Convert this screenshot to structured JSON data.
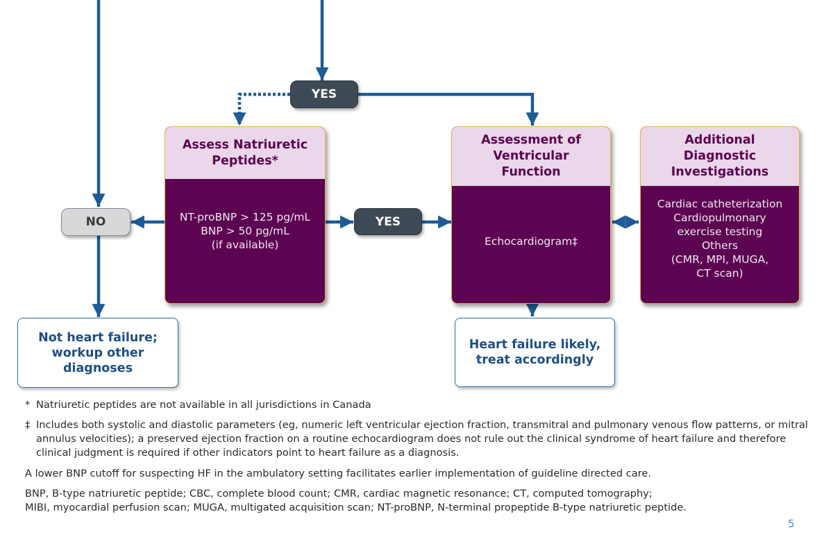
{
  "decisions": {
    "yes_top": "YES",
    "yes_middle": "YES",
    "no": "NO"
  },
  "natriuretic": {
    "title": "Assess Natriuretic Peptides*",
    "lines": [
      "NT-proBNP > 125 pg/mL",
      "BNP > 50 pg/mL",
      "(if available)"
    ]
  },
  "ventricular": {
    "title_lines": [
      "Assessment of",
      "Ventricular",
      "Function"
    ],
    "body": "Echocardiogram‡"
  },
  "additional": {
    "title_lines": [
      "Additional",
      "Diagnostic",
      "Investigations"
    ],
    "lines": [
      "Cardiac catheterization",
      "Cardiopulmonary",
      "exercise testing",
      "Others",
      "(CMR, MPI, MUGA,",
      "CT scan)"
    ]
  },
  "outcomes": {
    "not_hf": [
      "Not heart failure;",
      "workup other",
      "diagnoses"
    ],
    "hf_likely": [
      "Heart failure likely,",
      "treat accordingly"
    ]
  },
  "footnotes": {
    "asterisk_symbol": "*",
    "asterisk_text": "Natriuretic peptides are not available in all jurisdictions in Canada",
    "ddagger_symbol": "‡",
    "ddagger_text": "Includes both systolic and diastolic parameters (eg, numeric left ventricular ejection fraction, transmitral and pulmonary venous flow patterns, or mitral annulus velocities); a preserved ejection fraction on a routine echocardiogram does not rule out the clinical syndrome of heart failure and therefore clinical judgment is required if other indicators point to heart failure as a diagnosis.",
    "bnp_note": "A lower BNP cutoff for suspecting HF in the ambulatory setting facilitates earlier implementation of guideline directed care.",
    "abbreviations_1": "BNP, B-type natriuretic peptide; CBC, complete blood count; CMR, cardiac magnetic resonance; CT, computed tomography;",
    "abbreviations_2": "MIBI, myocardial perfusion scan; MUGA, multigated acquisition scan; NT-proBNP, N-terminal propeptide B-type natriuretic peptide."
  },
  "page_number": "5",
  "colors": {
    "arrow": "#1e5b96",
    "box_fill": "#5c0451",
    "box_header": "#ead7ea",
    "box_border": "#e8b54d",
    "pill_dark": "#3d4a55",
    "pill_gray": "#d8d8da",
    "outcome_text": "#1f4f86",
    "page_number": "#3f8fd0"
  }
}
